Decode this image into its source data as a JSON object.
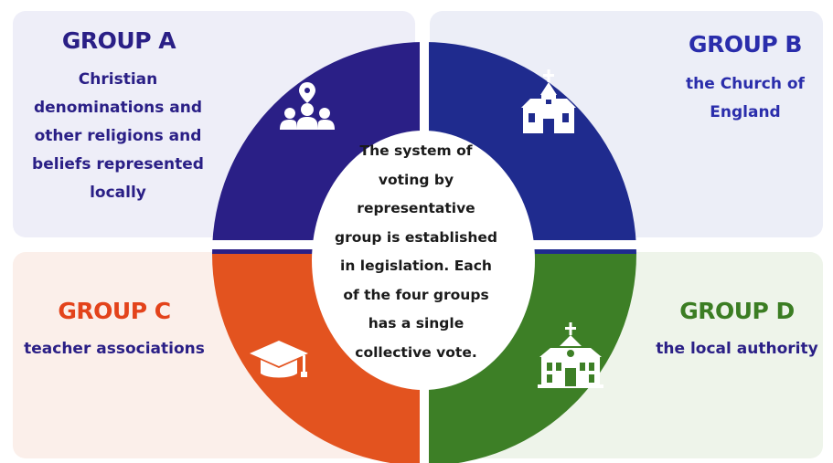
{
  "center_text": "The system of voting by representative group is established in legislation. Each of the four groups has a single collective vote.",
  "groups": [
    {
      "title": "GROUP A",
      "description": "Christian denominations and other religions and beliefs represented locally",
      "color": "#2a1f86",
      "icon": "people-icon"
    },
    {
      "title": "GROUP B",
      "description": "the Church of England",
      "color": "#1f2b8e",
      "icon": "church-icon"
    },
    {
      "title": "GROUP C",
      "description": "teacher associations",
      "color": "#e3531f",
      "icon": "graduation-cap-icon"
    },
    {
      "title": "GROUP D",
      "description": "the local authority",
      "color": "#3d7f26",
      "icon": "school-building-icon"
    }
  ]
}
